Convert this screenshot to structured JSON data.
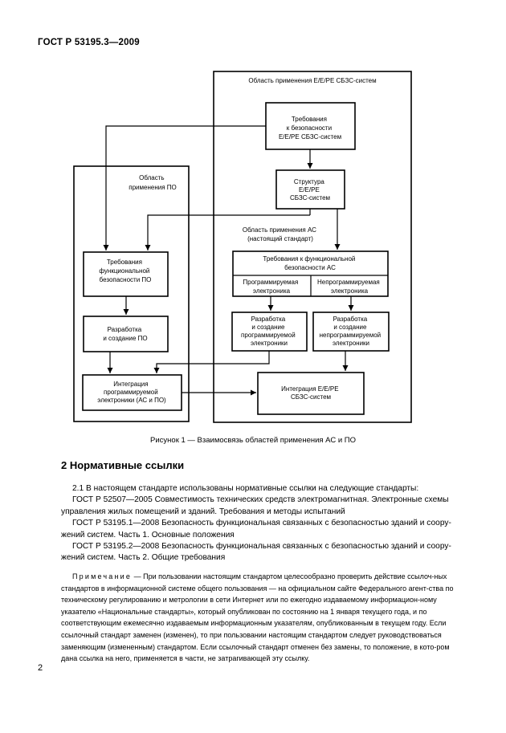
{
  "header": {
    "doc_code": "ГОСТ Р 53195.3—2009"
  },
  "diagram": {
    "outer_ee_label": "Область применения Е/Е/РЕ СБЗС-систем",
    "po_area_label": [
      "Область",
      "применения ПО"
    ],
    "as_area_label": [
      "Область применения АС",
      "(настоящий стандарт)"
    ],
    "box_req_ee": [
      "Требования",
      "к безопасности",
      "Е/Е/РЕ СБЗС-систем"
    ],
    "box_structure": [
      "Структура",
      "Е/Е/РЕ",
      "СБЗС-систем"
    ],
    "box_req_fs_po": [
      "Требования",
      "функциональной",
      "безопасности ПО"
    ],
    "box_req_fs_as": [
      "Требования к функциональной",
      "безопасности АС"
    ],
    "sub_programmable": [
      "Программируемая",
      "электроника"
    ],
    "sub_nonprogrammable": [
      "Непрограммируемая",
      "электроника"
    ],
    "box_dev_po": [
      "Разработка",
      "и создание ПО"
    ],
    "box_dev_prog": [
      "Разработка",
      "и создание",
      "программируемой",
      "электроники"
    ],
    "box_dev_nonprog": [
      "Разработка",
      "и создание",
      "непрограммируемой",
      "электроники"
    ],
    "box_integration_prog": [
      "Интеграция",
      "программируемой",
      "электроники (АС и ПО)"
    ],
    "box_integration_ee": [
      "Интеграция Е/Е/РЕ",
      "СБЗС-систем"
    ]
  },
  "caption": "Рисунок 1 — Взаимосвязь областей применения АС и ПО",
  "section": {
    "title": "2 Нормативные ссылки"
  },
  "paragraphs": [
    "2.1 В настоящем стандарте использованы нормативные ссылки на следующие стандарты:",
    "ГОСТ Р 52507—2005 Совместимость технических средств электромагнитная. Электронные схемы",
    "управления жилых помещений и зданий. Требования и методы испытаний",
    "ГОСТ Р 53195.1—2008 Безопасность функциональная связанных с безопасностью зданий и соору-",
    "жений систем. Часть 1. Основные положения",
    "ГОСТ Р 53195.2—2008 Безопасность функциональная связанных с безопасностью зданий и соору-",
    "жений систем. Часть 2. Общие требования"
  ],
  "note": {
    "label": "Примечание",
    "text": " — При пользовании настоящим стандартом целесообразно проверить действие ссылоч-ных стандартов в информационной системе общего пользования — на официальном сайте Федерального агент-ства по техническому регулированию и метрологии в сети Интернет или по ежегодно издаваемому информацион-ному указателю «Национальные стандарты», который опубликован по состоянию на 1 января текущего года, и по соответствующим ежемесячно издаваемым информационным указателям, опубликованным в текущем году. Если ссылочный стандарт заменен (изменен), то при пользовании настоящим стандартом следует руководствоваться заменяющим (измененным) стандартом. Если ссылочный стандарт отменен без замены, то положение, в кото-ром дана ссылка на него, применяется в части, не затрагивающей эту ссылку."
  },
  "page_number": "2"
}
